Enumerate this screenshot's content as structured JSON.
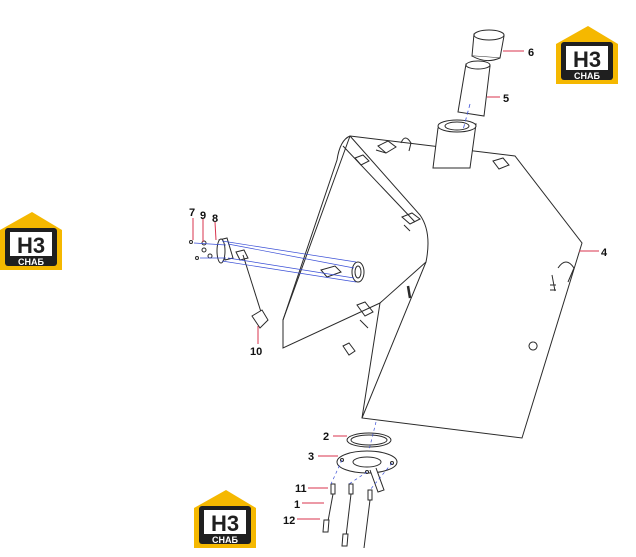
{
  "logo": {
    "mark": "H3",
    "word": "СНАБ",
    "colors": {
      "roof": "#f5b800",
      "box": "#1f1f1f",
      "text": "#ffffff",
      "mark": "#f5b800"
    }
  },
  "callouts": [
    "1",
    "2",
    "3",
    "4",
    "5",
    "6",
    "7",
    "8",
    "9",
    "10",
    "11",
    "12"
  ],
  "colors": {
    "line": "#2a2a2a",
    "leader": "#d9334d",
    "axis": "#3a4fd6"
  }
}
